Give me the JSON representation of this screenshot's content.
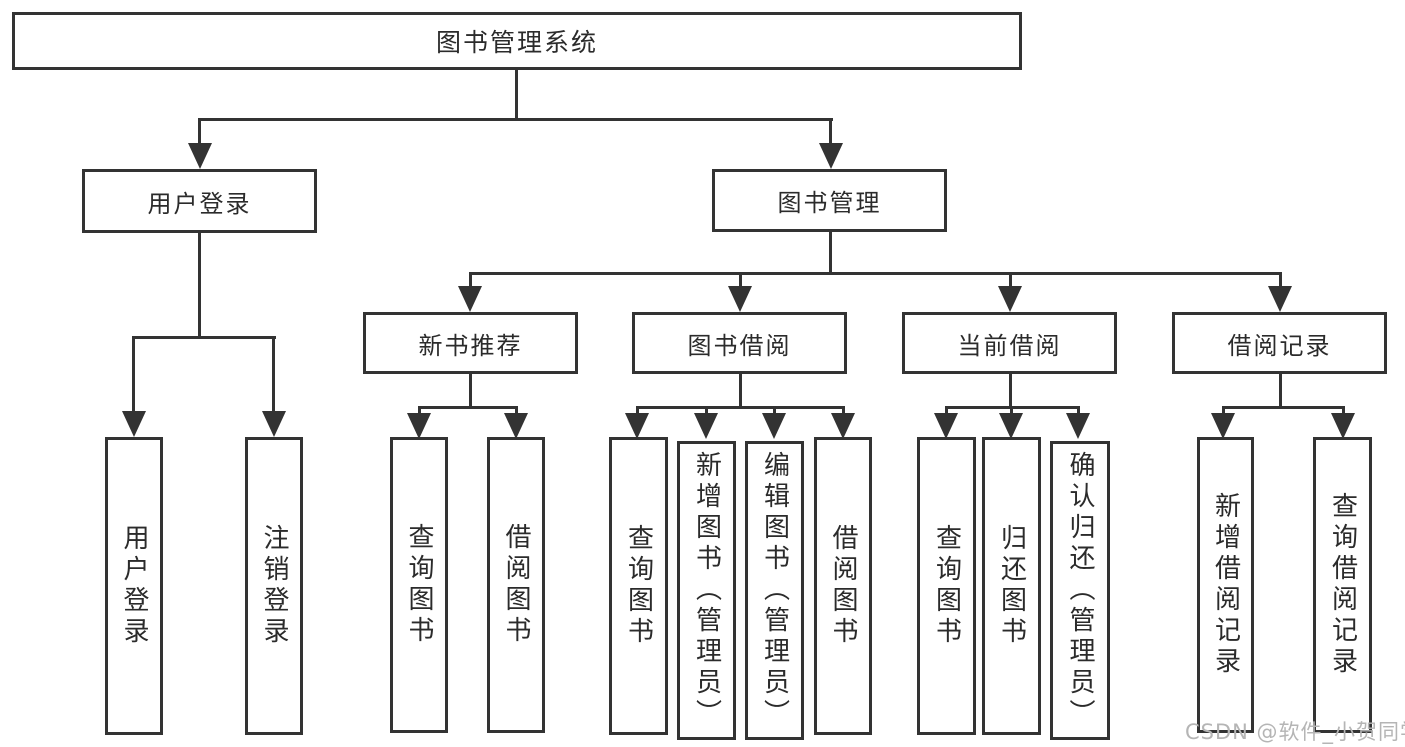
{
  "diagram": {
    "type": "hierarchy-tree",
    "watermark": "CSDN @软件_小贺同学",
    "colors": {
      "line": "#333333",
      "box_border": "#333333",
      "text": "#2b2b2b",
      "background": "#ffffff",
      "watermark": "#b5b5b5"
    },
    "tree": {
      "root": {
        "label": "图书管理系统",
        "children": [
          {
            "label": "用户登录",
            "children": [
              {
                "label": "用户登录"
              },
              {
                "label": "注销登录"
              }
            ]
          },
          {
            "label": "图书管理",
            "children": [
              {
                "label": "新书推荐",
                "children": [
                  {
                    "label": "查询图书"
                  },
                  {
                    "label": "借阅图书"
                  }
                ]
              },
              {
                "label": "图书借阅",
                "children": [
                  {
                    "label": "查询图书"
                  },
                  {
                    "label": "新增图书（管理员）"
                  },
                  {
                    "label": "编辑图书（管理员）"
                  },
                  {
                    "label": "借阅图书"
                  }
                ]
              },
              {
                "label": "当前借阅",
                "children": [
                  {
                    "label": "查询图书"
                  },
                  {
                    "label": "归还图书"
                  },
                  {
                    "label": "确认归还（管理员）"
                  }
                ]
              },
              {
                "label": "借阅记录",
                "children": [
                  {
                    "label": "新增借阅记录"
                  },
                  {
                    "label": "查询借阅记录"
                  }
                ]
              }
            ]
          }
        ]
      }
    }
  }
}
